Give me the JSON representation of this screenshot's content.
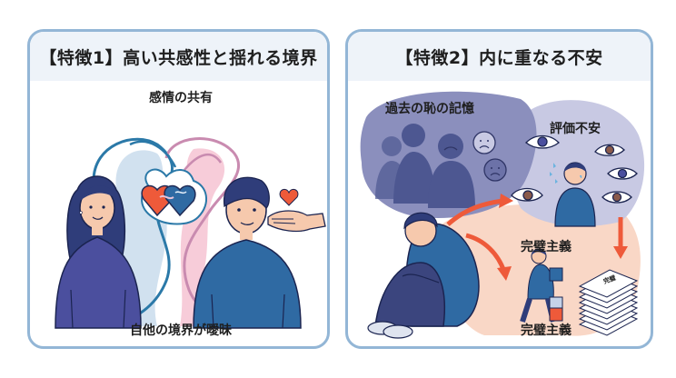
{
  "panels": [
    {
      "title": "【特徴1】高い共感性と揺れる境界",
      "labels": {
        "top": "感情の共有",
        "bottom": "自他の境界が曖昧"
      },
      "icons": [
        "woman-figure",
        "man-figure",
        "interlocked-hearts-icon",
        "small-heart-icon",
        "open-hand-icon",
        "boundary-lines"
      ]
    },
    {
      "title": "【特徴2】内に重なる不安",
      "labels": {
        "memory": "過去の恥の記憶",
        "evaluation": "評価不安",
        "perfectionism_top": "完璧主義",
        "perfectionism_bottom": "完璧主義",
        "paper_stack": "完璧"
      },
      "icons": [
        "crowd-silhouettes",
        "sad-face-icon",
        "watching-eyes-icon",
        "anxious-person",
        "sitting-person",
        "working-person",
        "paper-stack-icon",
        "arrow-icon"
      ]
    }
  ],
  "colors": {
    "panel_border": "#93b6d6",
    "header_bg": "#eef3f9",
    "navy": "#2f3d7a",
    "blue_shirt": "#2f6aa3",
    "purple_shirt": "#4b4f9e",
    "skin": "#f6c9ad",
    "accent_red": "#ee5a3a",
    "memory_bubble": "#8b8fbd",
    "eval_bubble": "#c8c9e3",
    "peach": "#f9d7c6",
    "pink_line": "#c98bb0",
    "teal_line": "#2b79a8"
  }
}
